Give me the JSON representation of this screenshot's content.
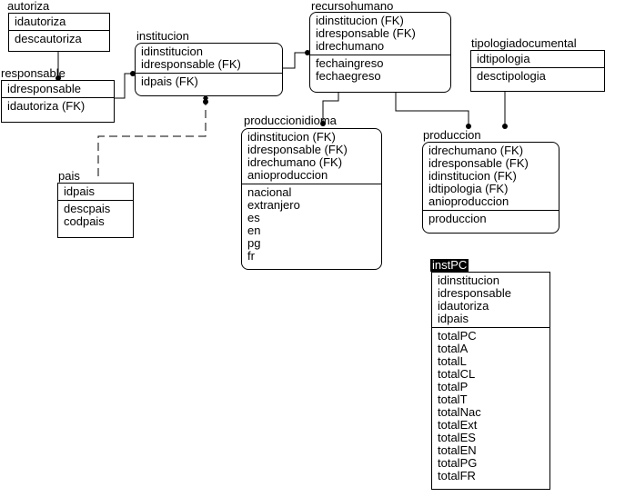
{
  "entities": {
    "autoriza": {
      "title": "autoriza",
      "keys": [
        "idautoriza"
      ],
      "attrs": [
        "descautoriza"
      ]
    },
    "responsable": {
      "title": "responsable",
      "keys": [
        "idresponsable"
      ],
      "attrs": [
        "idautoriza (FK)"
      ]
    },
    "institucion": {
      "title": "institucion",
      "keys": [
        "idinstitucion",
        "idresponsable (FK)"
      ],
      "attrs": [
        "idpais (FK)"
      ]
    },
    "recursohumano": {
      "title": "recursohumano",
      "keys": [
        "idinstitucion (FK)",
        "idresponsable (FK)",
        "idrechumano"
      ],
      "attrs": [
        "fechaingreso",
        "fechaegreso"
      ]
    },
    "tipologiadocumental": {
      "title": "tipologiadocumental",
      "keys": [
        "idtipologia"
      ],
      "attrs": [
        "desctipologia"
      ]
    },
    "pais": {
      "title": "pais",
      "keys": [
        "idpais"
      ],
      "attrs": [
        "descpais",
        "codpais"
      ]
    },
    "produccionidioma": {
      "title": "produccionidioma",
      "keys": [
        "idinstitucion (FK)",
        "idresponsable (FK)",
        "idrechumano (FK)",
        "anioproduccion"
      ],
      "attrs": [
        "nacional",
        "extranjero",
        "es",
        "en",
        "pg",
        "fr"
      ]
    },
    "produccion": {
      "title": "produccion",
      "keys": [
        "idrechumano (FK)",
        "idresponsable (FK)",
        "idinstitucion (FK)",
        "idtipologia (FK)",
        "anioproduccion"
      ],
      "attrs": [
        "produccion"
      ]
    },
    "instPC": {
      "title": "instPC",
      "keys": [
        "idinstitucion",
        "idresponsable",
        "idautoriza",
        "idpais"
      ],
      "attrs": [
        "totalPC",
        "totalA",
        "totalL",
        "totalCL",
        "totalP",
        "totalT",
        "totalNac",
        "totalExt",
        "totalES",
        "totalEN",
        "totalPG",
        "totalFR"
      ]
    }
  }
}
